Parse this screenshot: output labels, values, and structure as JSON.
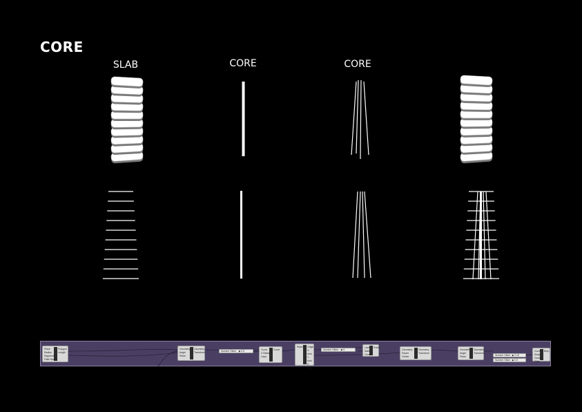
{
  "title": "CORE",
  "columns": [
    {
      "label": "SLAB"
    },
    {
      "label": "CORE"
    },
    {
      "label": "CORE"
    },
    {
      "label": ""
    }
  ],
  "colors": {
    "background": "#000000",
    "stroke": "#ffffff",
    "canvas": "#4a3f63"
  },
  "slab_count": 10,
  "grasshopper": {
    "nodes": [
      {
        "inputs": [
          "Plane",
          "Radius",
          "Segments",
          "Fillet Radius"
        ],
        "outputs": [
          "Polygon",
          "Length"
        ]
      },
      {
        "inputs": [
          "Geometry",
          "Angle",
          "Plane"
        ],
        "outputs": [
          "Geometry",
          "Transform"
        ]
      },
      {
        "inputs": [
          "Curve",
          "Z Distance",
          "Caps"
        ],
        "outputs": [
          "Curve"
        ]
      },
      {
        "inputs": [
          "Plane"
        ],
        "outputs": [
          "Origin",
          "X-Axis",
          "Y-Axis",
          "Z-Axis"
        ]
      },
      {
        "inputs": [
          "Lines",
          "Start",
          "Count"
        ],
        "outputs": [
          "Points"
        ]
      },
      {
        "inputs": [
          "Geometry",
          "Factor",
          "Center"
        ],
        "outputs": [
          "Geometry",
          "Transform"
        ]
      },
      {
        "inputs": [
          "Geometry",
          "Angle",
          "Plane"
        ],
        "outputs": [
          "Geometry",
          "Transform"
        ]
      },
      {
        "inputs": [
          "Curve",
          "Shape",
          "Closed",
          "Fillet"
        ],
        "outputs": [
          "Brep"
        ]
      }
    ],
    "sliders": [
      {
        "label": "Number Slider",
        "value": "0.5"
      },
      {
        "label": "Number Slider",
        "value": "9"
      },
      {
        "label": "Number Slider",
        "value": "0.15"
      },
      {
        "label": "Number Slider",
        "value": "0.5"
      }
    ]
  }
}
